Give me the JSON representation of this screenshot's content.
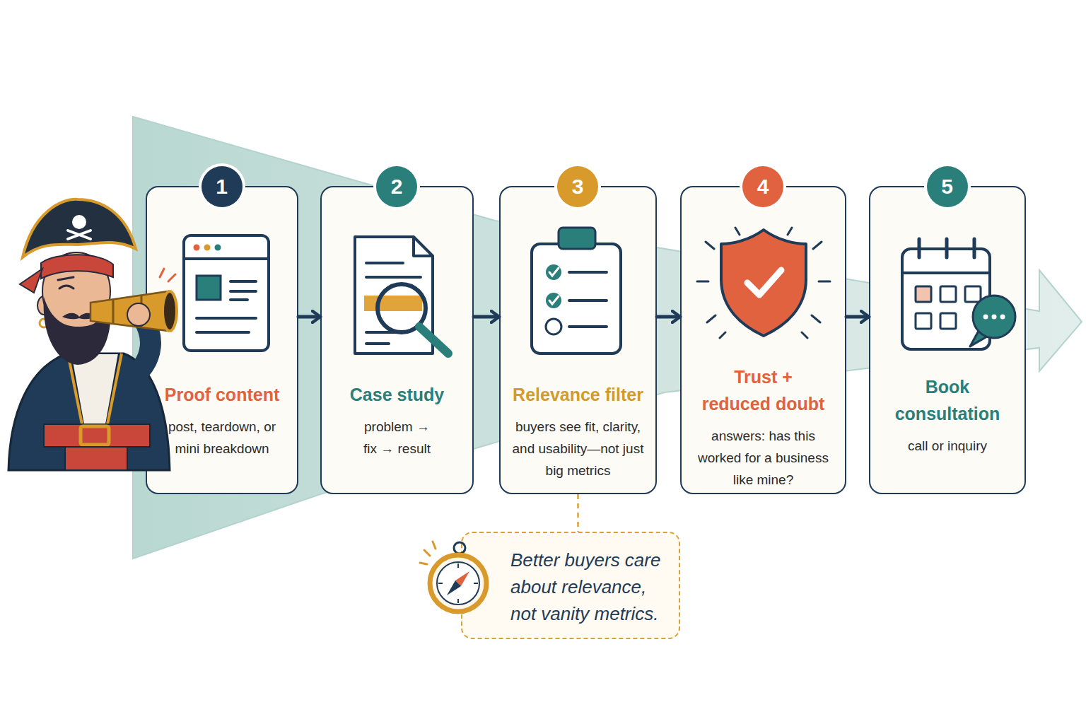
{
  "diagram": {
    "nodes": [
      {
        "text": [
          "1",
          "Proof content",
          "post, teardown, or mini breakdown"
        ]
      },
      {
        "text": [
          "2",
          "Case study",
          "problem → fix → result"
        ]
      },
      {
        "text": [
          "3",
          "Relevance filter",
          "buyers see fit, clarity, and usability—not just big metrics"
        ]
      },
      {
        "text": [
          "4",
          "Trust + reduced doubt",
          "answers: has this worked for a business like mine?"
        ]
      },
      {
        "text": [
          "5",
          "Book consultation",
          "call or inquiry"
        ]
      },
      {
        "text": [
          "Better buyers care about relevance, not vanity metrics."
        ]
      }
    ],
    "edges": [
      {
        "from": 0,
        "to": 1,
        "arrow": "to"
      },
      {
        "from": 1,
        "to": 2,
        "arrow": "to"
      },
      {
        "from": 2,
        "to": 3,
        "arrow": "to"
      },
      {
        "from": 3,
        "to": 4,
        "arrow": "to"
      },
      {
        "from": 2,
        "to": 5,
        "arrow": "none"
      }
    ]
  }
}
